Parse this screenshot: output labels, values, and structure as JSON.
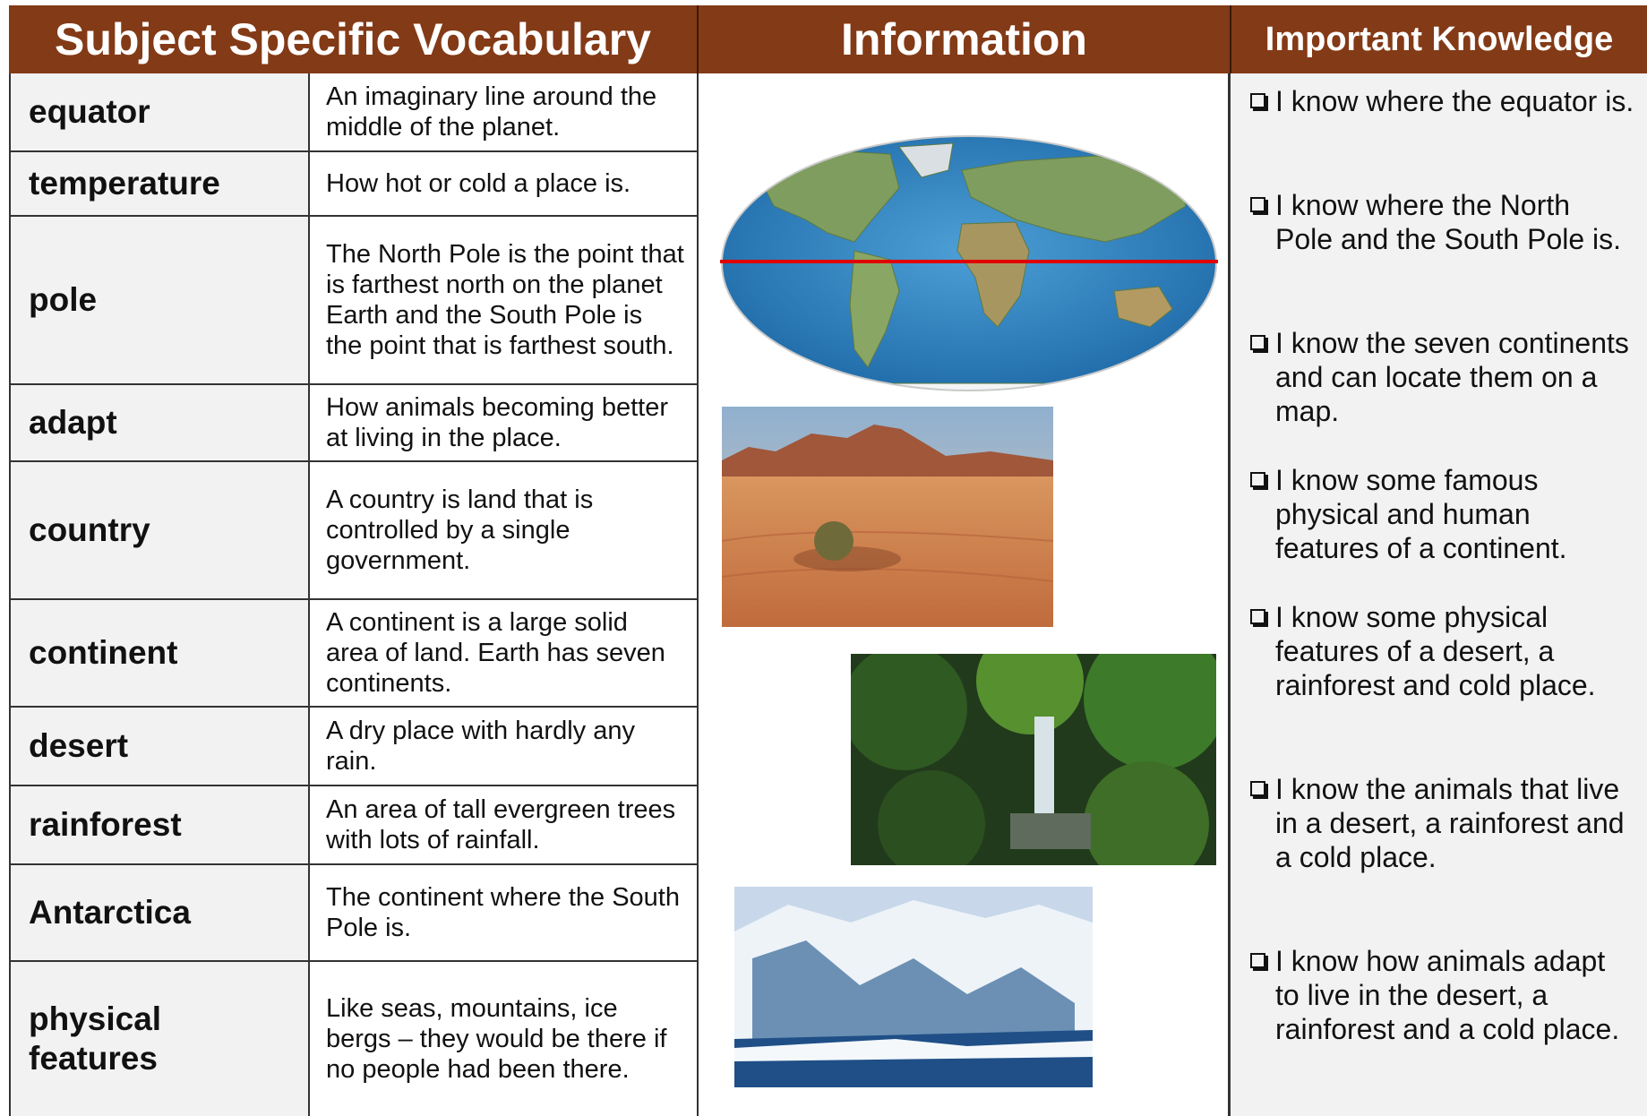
{
  "headers": {
    "vocab": "Subject Specific Vocabulary",
    "info": "Information",
    "knowledge": "Important Knowledge"
  },
  "vocabulary": [
    {
      "term": "equator",
      "definition": "An imaginary line around the middle of the planet."
    },
    {
      "term": "temperature",
      "definition": "How hot or cold a place is."
    },
    {
      "term": "pole",
      "definition": "The North Pole is the point that is farthest north on the planet Earth and the South Pole is the point that is farthest south."
    },
    {
      "term": "adapt",
      "definition": "How animals becoming better at living in the place."
    },
    {
      "term": "country",
      "definition": "A country is land that is controlled by a single government."
    },
    {
      "term": "continent",
      "definition": "A continent is a large solid area of land. Earth has seven continents."
    },
    {
      "term": "desert",
      "definition": "A dry place with hardly any rain."
    },
    {
      "term": "rainforest",
      "definition": "An area of tall evergreen trees with lots of rainfall."
    },
    {
      "term": "Antarctica",
      "definition": "The continent where the South Pole is."
    },
    {
      "term": "physical\nfeatures",
      "definition": "Like seas, mountains, ice bergs – they would be there if no people had been there."
    }
  ],
  "images": [
    "world-map-with-equator",
    "desert-photo",
    "rainforest-waterfall-photo",
    "antarctic-ice-photo"
  ],
  "knowledge": [
    "I know where the equator is.",
    "I know where the North Pole and the South Pole is.",
    "I know the seven continents and can locate them on a map.",
    "I know some famous physical and human features of a continent.",
    "I know some physical features of a desert, a rainforest and cold place.",
    "I know the animals that live in a desert, a rainforest and a cold place.",
    "I know how animals adapt to live in the desert, a rainforest and a cold place."
  ],
  "colors": {
    "header": "#833a16",
    "equator_line": "#e00000"
  }
}
